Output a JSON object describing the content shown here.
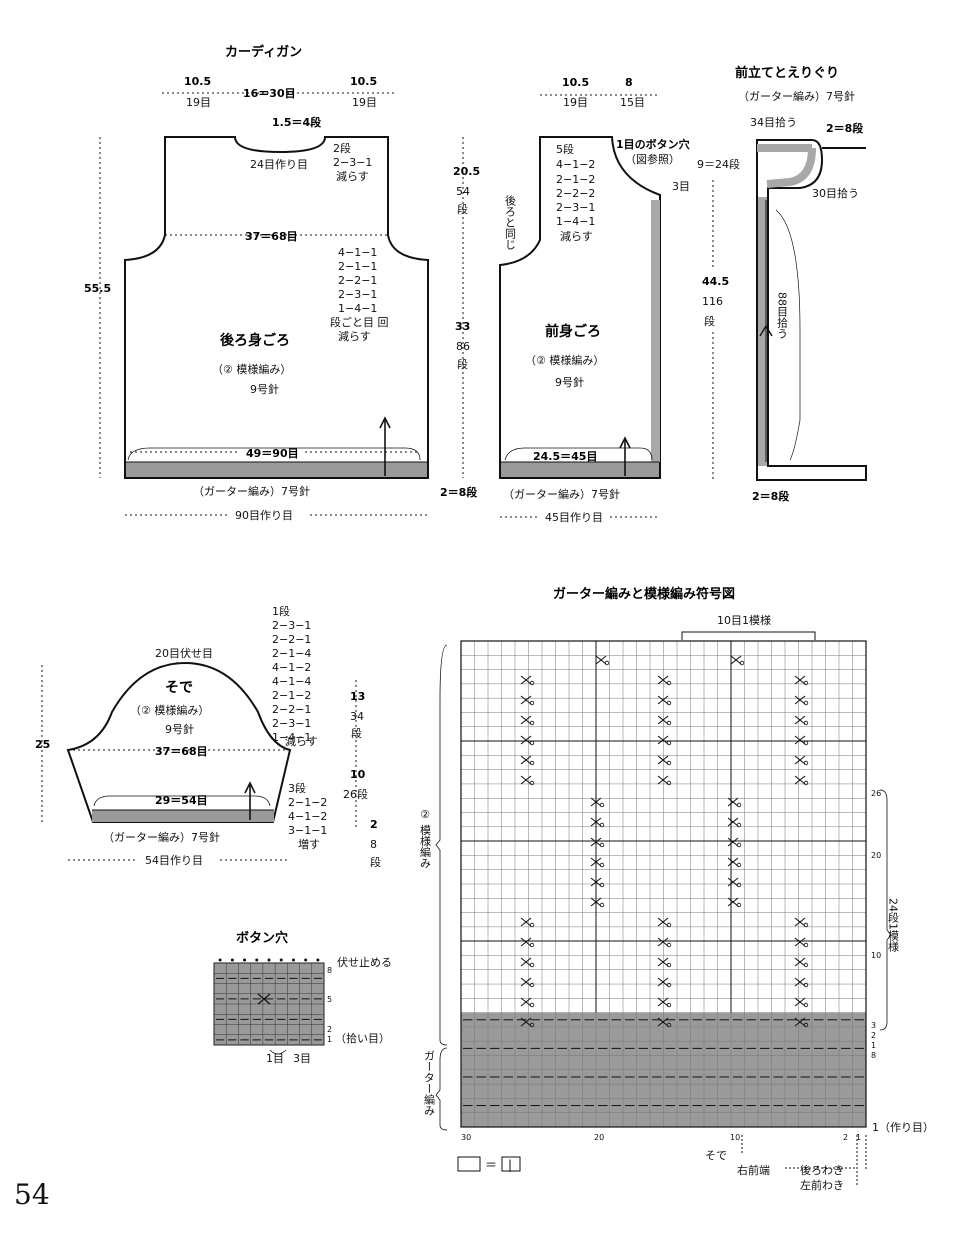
{
  "title": "カーディガン",
  "back": {
    "w_shoulder_left": "10.5",
    "w_shoulder_left_st": "19目",
    "w_neck": "16＝30目",
    "w_shoulder_right": "10.5",
    "w_shoulder_right_st": "19目",
    "neck_top": "1.5＝4段",
    "neck_cast": "24目作り目",
    "neck_dec": [
      "2段",
      "2−3−1",
      "減らす"
    ],
    "chest": "37＝68目",
    "arm_dec": [
      "4−1−1",
      "2−1−1",
      "2−2−1",
      "2−3−1",
      "1−4−1",
      "段ごと目 回",
      "減らす"
    ],
    "name": "後ろ身ごろ",
    "pattern": "（② 模様編み）",
    "needle": "9号針",
    "hem": "49＝90目",
    "garter": "（ガーター編み）7号針",
    "cast_on": "90目作り目",
    "total_h": "55.5",
    "h_arm": "20.5",
    "h_arm_rows": "54",
    "h_arm_dan": "段",
    "h_body": "33",
    "h_body_rows": "86",
    "h_body_dan": "段",
    "h_garter": "2＝8段"
  },
  "front": {
    "w_shoulder": "10.5",
    "w_shoulder_st": "19目",
    "w_neck": "8",
    "w_neck_st": "15目",
    "buttonhole": "1目のボタン穴",
    "buttonhole_ref": "（図参照）",
    "rows3": "3目",
    "neck_dec": [
      "5段",
      "4−1−2",
      "2−1−2",
      "2−2−2",
      "2−3−1",
      "1−4−1",
      "減らす"
    ],
    "same_as_back": "後ろと同じ",
    "name": "前身ごろ",
    "pattern": "（② 模様編み）",
    "needle": "9号針",
    "hem": "24.5＝45目",
    "garter": "（ガーター編み）7号針",
    "cast_on": "45目作り目"
  },
  "band": {
    "title": "前立てとえりぐり",
    "garter": "（ガーター編み）7号針",
    "pickup_top": "34目拾う",
    "rows_top": "2＝8段",
    "h_top": "9＝24段",
    "pickup_curve": "30目拾う",
    "h_total": "44.5",
    "h_total_rows": "116",
    "h_total_dan": "段",
    "pickup_side": "88目拾う",
    "rows_bottom": "2＝8段"
  },
  "sleeve": {
    "top_dec": [
      "1段",
      "2−3−1",
      "2−2−1",
      "2−1−4",
      "4−1−2",
      "4−1−4",
      "2−1−2",
      "2−2−1",
      "2−3−1",
      "1−4−1",
      "減らす"
    ],
    "bind_off": "20目伏せ目",
    "name": "そで",
    "pattern": "（② 模様編み）",
    "needle": "9号針",
    "width": "37＝68目",
    "height": "25",
    "cap_h": "13",
    "cap_rows": "34",
    "cap_dan": "段",
    "body_h": "10",
    "body_rows": "26段",
    "inc": [
      "3段",
      "2−1−2",
      "4−1−2",
      "3−1−1",
      "増す"
    ],
    "hem": "29＝54目",
    "garter_h": "2",
    "garter_rows": "8",
    "garter_dan": "段",
    "garter": "（ガーター編み）7号針",
    "cast_on": "54目作り目"
  },
  "buttonhole": {
    "title": "ボタン穴",
    "bind_off": "伏せ止める",
    "pickup": "（拾い目）",
    "st1": "1目",
    "st3": "3目",
    "row_labels": [
      "8",
      "5",
      "2",
      "1"
    ]
  },
  "chart": {
    "title": "ガーター編みと模様編み符号図",
    "repeat": "10目1模様",
    "left_label": "② 模様編み",
    "garter_label": "ガーター編み",
    "right_label": "24段1模様",
    "cast_label": "1（作り目）",
    "row_nums": [
      "26",
      "20",
      "10",
      "3",
      "2",
      "1",
      "8"
    ],
    "col_nums": [
      "30",
      "20",
      "10",
      "2",
      "1"
    ],
    "legend_eq": "＝",
    "legend_symbol": "|",
    "sode": "そで",
    "right_front": "右前端",
    "back_side": "後ろわき",
    "left_front_side": "左前わき",
    "cols": 30,
    "rows": 34,
    "garter_rows": 8
  },
  "page_number": "54",
  "colors": {
    "ink": "#111111",
    "garter_fill": "#9a9a9a",
    "band_fill": "#a8a8a8",
    "grid_line": "#777777"
  }
}
